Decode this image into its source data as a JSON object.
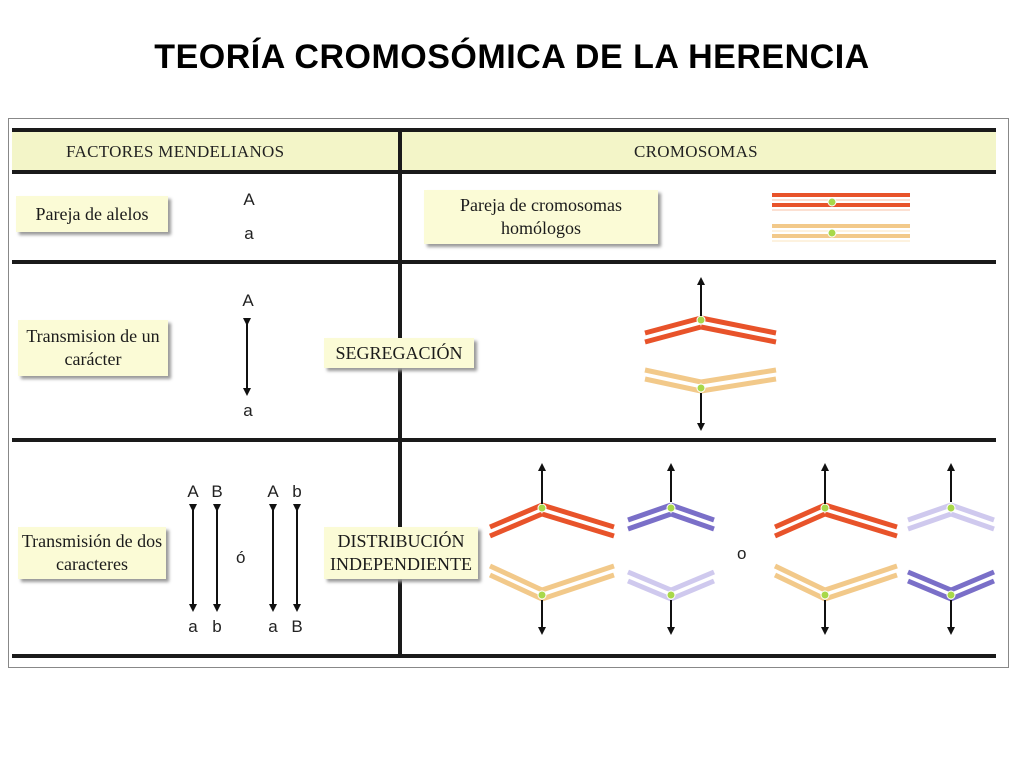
{
  "title": "TEORÍA CROMOSÓMICA DE LA HERENCIA",
  "headers": {
    "left": "FACTORES MENDELIANOS",
    "right": "CROMOSOMAS"
  },
  "rows": {
    "alelos": {
      "label": "Pareja de alelos",
      "top_allele": "A",
      "bottom_allele": "a",
      "right_label": "Pareja de cromosomas homólogos"
    },
    "segregacion": {
      "label": "Transmision de un carácter",
      "top_allele": "A",
      "bottom_allele": "a",
      "mechanism": "SEGREGACIÓN"
    },
    "distribucion": {
      "label": "Transmisión de dos caracteres",
      "mechanism": "DISTRIBUCIÓN INDEPENDIENTE",
      "option1": {
        "top": [
          "A",
          "B"
        ],
        "bottom": [
          "a",
          "b"
        ]
      },
      "option2": {
        "top": [
          "A",
          "b"
        ],
        "bottom": [
          "a",
          "B"
        ]
      },
      "or_left": "ó",
      "or_right": "o"
    }
  },
  "colors": {
    "red_chromosome": "#e8532a",
    "yellow_chromosome": "#f2c98a",
    "blue_chromosome": "#7a6fc8",
    "light_blue_chromosome": "#cfc9ee",
    "centromere": "#a8d84a",
    "header_band": "#f3f5c8",
    "label_box": "#fbfbd6"
  }
}
